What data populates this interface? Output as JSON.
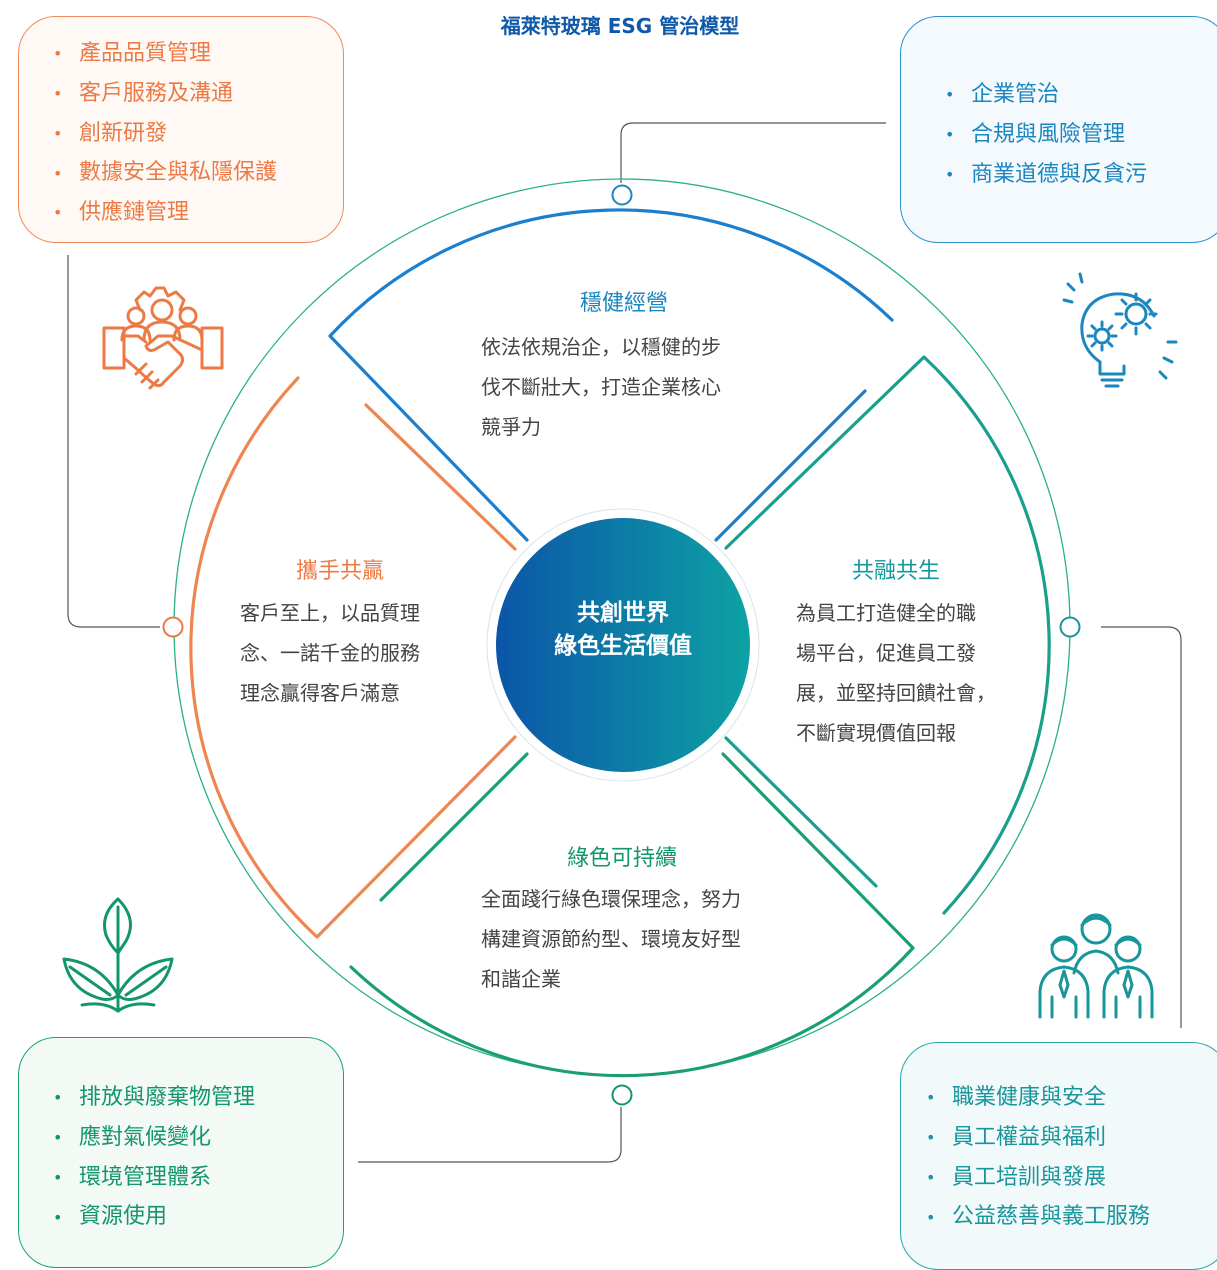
{
  "title": "福萊特玻璃 ESG 管治模型",
  "center": {
    "line1": "共創世界",
    "line2": "綠色生活價值"
  },
  "quadrants": {
    "top": {
      "title": "穩健經營",
      "lines": [
        "依法依規治企，以穩健的步",
        "伐不斷壯大，打造企業核心",
        "競爭力"
      ]
    },
    "left": {
      "title": "攜手共贏",
      "lines": [
        "客戶至上，以品質理",
        "念、一諾千金的服務",
        "理念贏得客戶滿意"
      ]
    },
    "right": {
      "title": "共融共生",
      "lines": [
        "為員工打造健全的職",
        "場平台，促進員工發",
        "展，並堅持回饋社會，",
        "不斷實現價值回報"
      ]
    },
    "bottom": {
      "title": "綠色可持續",
      "lines": [
        "全面踐行綠色環保理念，努力",
        "構建資源節約型、環境友好型",
        "和諧企業"
      ]
    }
  },
  "boxes": {
    "top_left": [
      "產品品質管理",
      "客戶服務及溝通",
      "創新研發",
      "數據安全與私隱保護",
      "供應鏈管理"
    ],
    "top_right": [
      "企業管治",
      "合規與風險管理",
      "商業道德與反貪污"
    ],
    "bottom_left": [
      "排放與廢棄物管理",
      "應對氣候變化",
      "環境管理體系",
      "資源使用"
    ],
    "bottom_right": [
      "職業健康與安全",
      "員工權益與福利",
      "員工培訓與發展",
      "公益慈善與義工服務"
    ]
  },
  "bullet": "•",
  "icons": {
    "top_left": "handshake-people-icon",
    "top_right": "lightbulb-gears-icon",
    "bottom_left": "plant-leaves-icon",
    "bottom_right": "team-people-icon"
  },
  "colors": {
    "title": "#0f5aa8",
    "orange": "#ed7a45",
    "blue": "#1b86bf",
    "green": "#12966a",
    "teal": "#17969c",
    "outer_ring": "#2ab08a",
    "connector": "#555555"
  }
}
